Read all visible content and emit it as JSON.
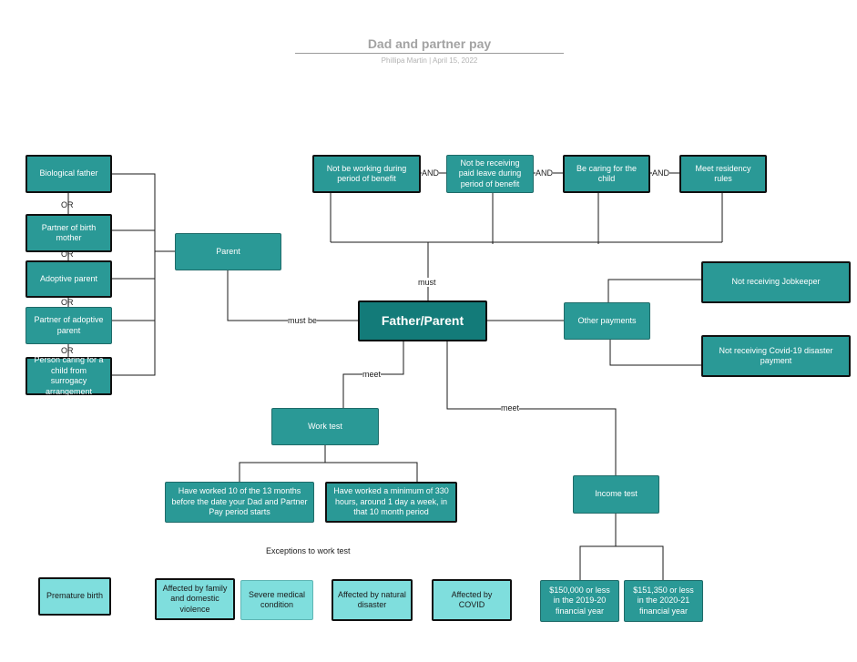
{
  "header": {
    "title": "Dad and partner pay",
    "author": "Phillipa Martin",
    "separator": "|",
    "date": "April 15, 2022"
  },
  "nodes": {
    "biological_father": "Biological father",
    "partner_birth_mother": "Partner of birth mother",
    "adoptive_parent": "Adoptive parent",
    "partner_adoptive_parent": "Partner of adoptive parent",
    "surrogacy_carer": "Person caring for a child from surrogacy arrangement",
    "parent": "Parent",
    "not_working": "Not be working during period of benefit",
    "not_paid_leave": "Not be receiving paid leave during period of benefit",
    "caring_child": "Be caring for the child",
    "residency": "Meet residency rules",
    "father_parent": "Father/Parent",
    "other_payments": "Other payments",
    "not_jobkeeper": "Not receiving Jobkeeper",
    "not_covid_disaster": "Not receiving Covid-19 disaster payment",
    "work_test": "Work test",
    "worked_10_of_13": "Have worked 10 of the 13 months before the date your Dad and Partner Pay period starts",
    "worked_330_hours": "Have worked a minimum of 330 hours, around 1 day a week, in that 10 month period",
    "income_test": "Income test",
    "income_2019_20": "$150,000 or less in the 2019-20 financial year",
    "income_2020_21": "$151,350 or less in the 2020-21 financial year",
    "premature_birth": "Premature birth",
    "family_violence": "Affected by family and domestic violence",
    "severe_medical": "Severe medical condition",
    "natural_disaster": "Affected by natural disaster",
    "covid": "Affected by COVID"
  },
  "connector_labels": {
    "or": "OR",
    "and": "AND",
    "must": "must",
    "must_be": "must be",
    "meet": "meet",
    "exceptions": "Exceptions to work test"
  },
  "colors": {
    "dark_teal": "#2a9996",
    "main_teal": "#137b79",
    "pale_teal": "#7fdedd",
    "border": "#101010",
    "header_text": "#a3a3a3"
  }
}
